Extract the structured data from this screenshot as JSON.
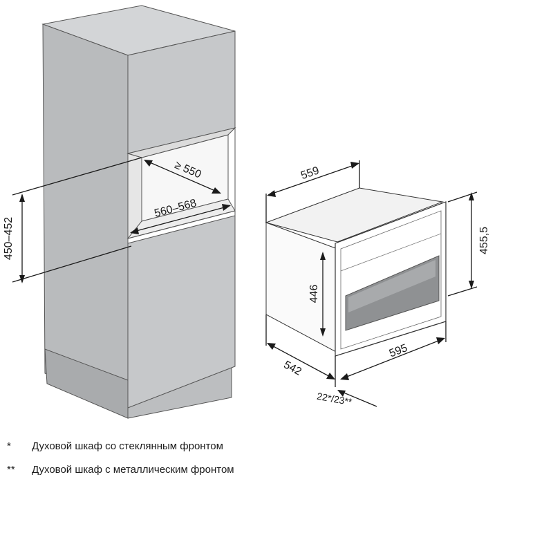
{
  "dimensions": {
    "niche_height": "450–452",
    "niche_depth": "≥ 550",
    "niche_width": "560–568",
    "oven_depth_top": "559",
    "oven_total_height": "455,5",
    "oven_body_height": "446",
    "oven_body_depth": "542",
    "oven_front_width": "595",
    "front_thickness": "22*/23**"
  },
  "notes": [
    {
      "mark": "*",
      "text": "Духовой шкаф со стеклянным фронтом"
    },
    {
      "mark": "**",
      "text": "Духовой шкаф с металлическим фронтом"
    }
  ],
  "colors": {
    "cabinet_side": "#b9bbbd",
    "cabinet_front": "#c6c8ca",
    "cabinet_top": "#d3d5d7",
    "niche_inner": "#f4f4f4",
    "line": "#1a1a1a"
  }
}
